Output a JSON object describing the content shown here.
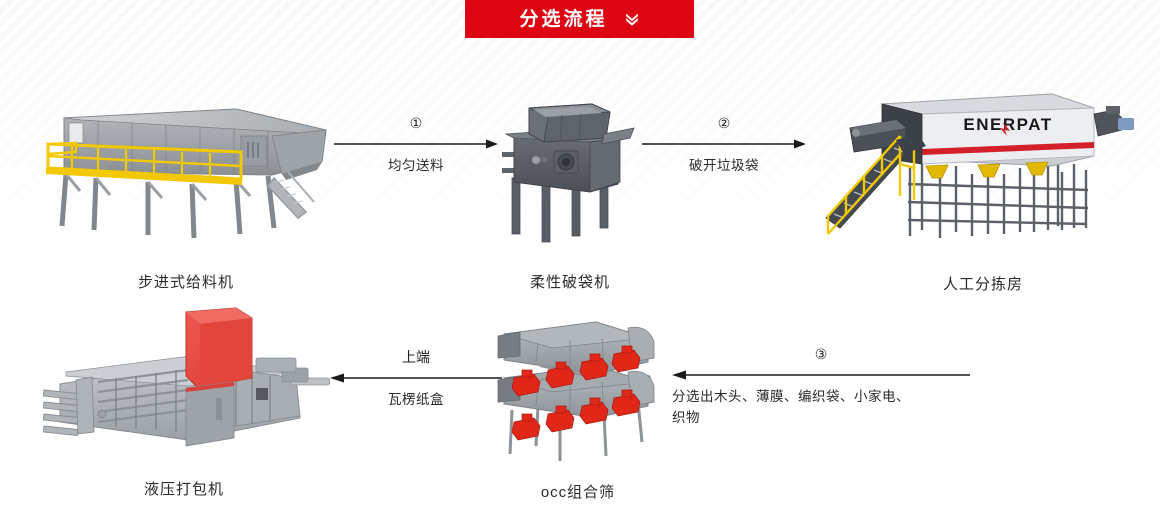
{
  "banner": {
    "title": "分选流程",
    "chevron_icon": "double-chevron-down-icon",
    "background_color": "#dd0512",
    "text_color": "#ffffff"
  },
  "flow": {
    "nodes": [
      {
        "id": "feeder",
        "label": "步进式给料机",
        "art": "step-feeder-machine"
      },
      {
        "id": "bagopener",
        "label": "柔性破袋机",
        "art": "flexible-bag-opener-machine"
      },
      {
        "id": "sortroom",
        "label": "人工分拣房",
        "art": "manual-sorting-cabin",
        "brand": "ENERPAT"
      },
      {
        "id": "baler",
        "label": "液压打包机",
        "art": "hydraulic-baler-machine"
      },
      {
        "id": "occ",
        "label": "occ组合筛",
        "art": "occ-combined-screen"
      }
    ],
    "connectors": [
      {
        "id": "1",
        "number": "①",
        "caption": "均匀送料",
        "direction": "right"
      },
      {
        "id": "2",
        "number": "②",
        "caption": "破开垃圾袋",
        "direction": "right"
      },
      {
        "id": "3",
        "number": "③",
        "caption_line1": "分选出木头、薄膜、编织袋、小家电、",
        "caption_line2": "织物",
        "direction": "left"
      },
      {
        "id": "4",
        "number": "上端",
        "caption": "瓦楞纸盒",
        "direction": "left"
      }
    ]
  },
  "colors": {
    "accent_red": "#dd0512",
    "machine_gray": "#8e9296",
    "machine_dark": "#4a4f55",
    "handrail_yellow": "#f2c800",
    "baler_red": "#e8403a",
    "occ_red": "#e02718",
    "text": "#2b2b2b"
  }
}
